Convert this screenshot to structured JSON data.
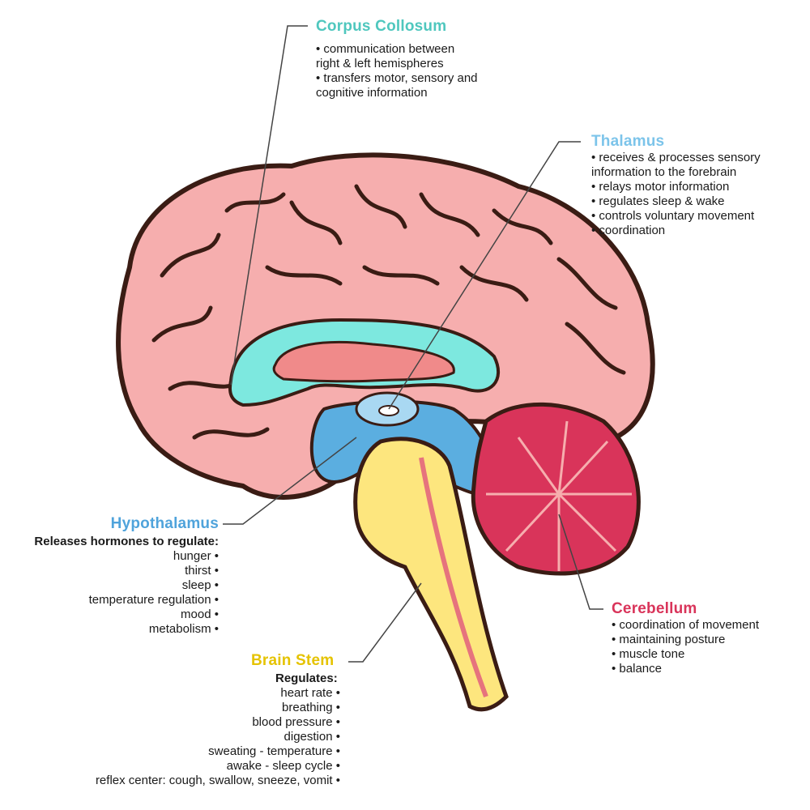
{
  "colors": {
    "cortex_fill": "#f6aeae",
    "cortex_outline": "#3a1c14",
    "corpus_callosum": "#7de8df",
    "thalamus": "#a9d8f2",
    "hypothalamus": "#5baee0",
    "brain_stem": "#fde67e",
    "cerebellum": "#d9345a",
    "leader_line": "#444444",
    "title_corpus": "#4fc7be",
    "title_thalamus": "#7cc4ea",
    "title_hypothalamus": "#4fa3db",
    "title_brainstem": "#e5c300",
    "title_cerebellum": "#d9345a"
  },
  "labels": {
    "corpus": {
      "title": "Corpus Collosum",
      "items": [
        "communication between",
        "right & left hemispheres",
        "transfers motor, sensory and",
        "cognitive information"
      ]
    },
    "thalamus": {
      "title": "Thalamus",
      "items": [
        "receives & processes sensory",
        "information to the forebrain",
        "relays motor information",
        "regulates sleep & wake",
        "controls voluntary movement",
        "coordination"
      ]
    },
    "hypothalamus": {
      "title": "Hypothalamus",
      "subtitle": "Releases hormones to regulate:",
      "items": [
        "hunger",
        "thirst",
        "sleep",
        "temperature regulation",
        "mood",
        "metabolism"
      ]
    },
    "brainstem": {
      "title": "Brain Stem",
      "subtitle": "Regulates:",
      "items": [
        "heart rate",
        "breathing",
        "blood pressure",
        "digestion",
        "sweating - temperature",
        "awake - sleep cycle",
        "reflex center: cough, swallow, sneeze, vomit"
      ]
    },
    "cerebellum": {
      "title": "Cerebellum",
      "items": [
        "coordination of movement",
        "maintaining posture",
        "muscle tone",
        "balance"
      ]
    }
  }
}
